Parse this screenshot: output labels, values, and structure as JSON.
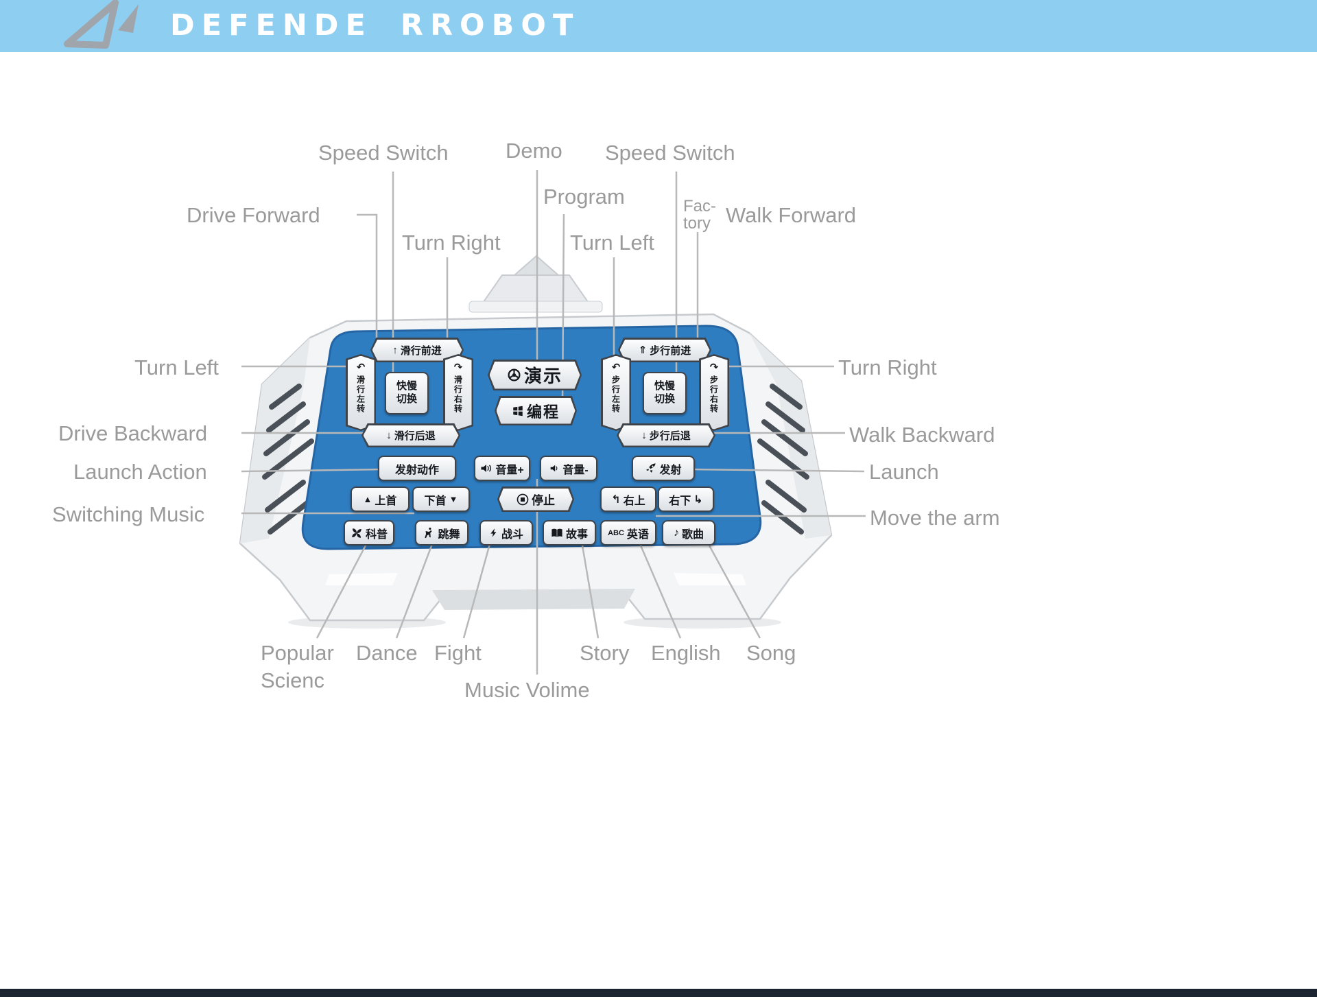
{
  "header": {
    "title": "DEFENDE RROBOT",
    "bg_color": "#8dcef1"
  },
  "callouts": {
    "speed_switch_left": "Speed Switch",
    "demo": "Demo",
    "speed_switch_right": "Speed Switch",
    "drive_forward": "Drive Forward",
    "program": "Program",
    "factory_line1": "Fac-",
    "factory_line2": "tory",
    "walk_forward": "Walk Forward",
    "turn_right_upper": "Turn Right",
    "turn_left_upper": "Turn Left",
    "turn_left_side": "Turn Left",
    "turn_right_side": "Turn Right",
    "drive_backward": "Drive Backward",
    "walk_backward": "Walk Backward",
    "launch_action": "Launch Action",
    "launch": "Launch",
    "switching_music": "Switching Music",
    "move_the_arm": "Move the arm",
    "popular_line1": "Popular",
    "popular_line2": "Scienc",
    "dance": "Dance",
    "fight": "Fight",
    "story": "Story",
    "english": "English",
    "song": "Song",
    "music_volume": "Music Volime"
  },
  "controller": {
    "panel_color": "#2f7dc1",
    "buttons": {
      "drive_forward": {
        "label": "滑行前进",
        "icon": "up-arrow-icon"
      },
      "drive_turn_left": {
        "label": "滑行左转",
        "icon": "turn-left-icon"
      },
      "speed_switch_left": {
        "line1": "快慢",
        "line2": "切换"
      },
      "drive_turn_right": {
        "label": "滑行右转",
        "icon": "turn-right-icon"
      },
      "drive_backward": {
        "label": "滑行后退",
        "icon": "down-arrow-icon"
      },
      "demo": {
        "label": "演示",
        "icon": "steering-wheel-icon"
      },
      "program": {
        "label": "编程",
        "icon": "windows-icon"
      },
      "walk_forward": {
        "label": "步行前进",
        "icon": "double-up-arrow-icon"
      },
      "walk_turn_left": {
        "label": "步行左转",
        "icon": "turn-left-icon"
      },
      "speed_switch_right": {
        "line1": "快慢",
        "line2": "切换"
      },
      "walk_turn_right": {
        "label": "步行右转",
        "icon": "turn-right-icon"
      },
      "walk_backward": {
        "label": "步行后退",
        "icon": "down-arrow-icon"
      },
      "launch_action": {
        "label": "发射动作"
      },
      "volume_up": {
        "label": "音量+",
        "icon": "speaker-plus-icon"
      },
      "volume_down": {
        "label": "音量-",
        "icon": "speaker-minus-icon"
      },
      "launch": {
        "label": "发射",
        "icon": "rocket-icon"
      },
      "prev_song": {
        "label": "上首",
        "icon": "up-triangle-icon"
      },
      "next_song": {
        "label": "下首",
        "icon": "down-triangle-icon"
      },
      "stop": {
        "label": "停止",
        "icon": "stop-icon"
      },
      "arm_up": {
        "label": "右上",
        "icon": "arm-up-arrow-icon"
      },
      "arm_down": {
        "label": "右下",
        "icon": "arm-down-arrow-icon"
      },
      "science": {
        "label": "科普",
        "icon": "pinwheel-icon"
      },
      "dance": {
        "label": "跳舞",
        "icon": "dancer-icon"
      },
      "fight": {
        "label": "战斗",
        "icon": "lightning-icon"
      },
      "story": {
        "label": "故事",
        "icon": "book-icon"
      },
      "english": {
        "label": "英语",
        "abc": "ABC"
      },
      "song": {
        "label": "歌曲",
        "icon": "music-note-icon"
      }
    }
  }
}
